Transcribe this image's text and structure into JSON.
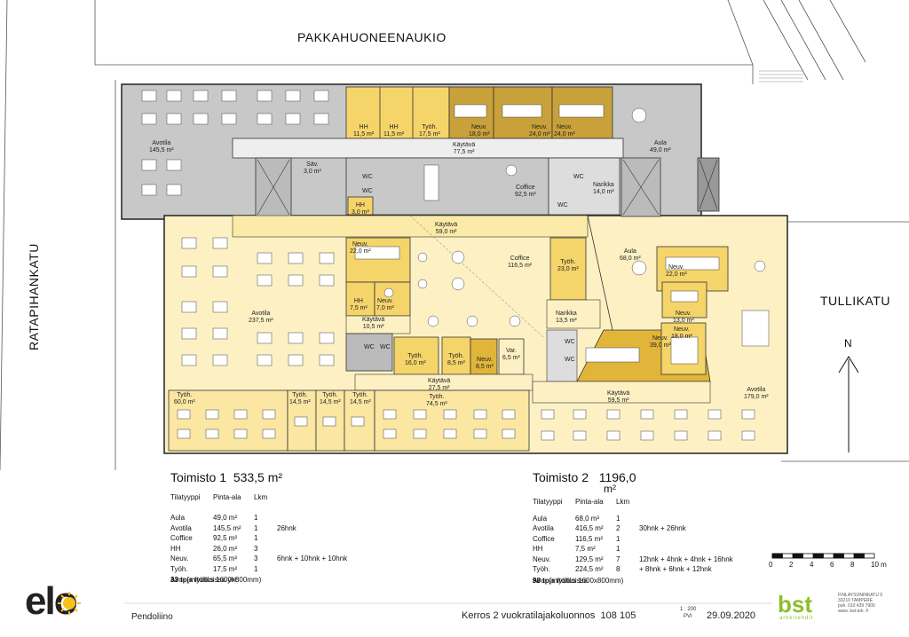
{
  "streets": {
    "top": "PAKKAHUONEENAUKIO",
    "left": "RATAPIHANKATU",
    "right": "TULLIKATU"
  },
  "north_label": "N",
  "rooms": {
    "avotila1": {
      "name": "Avotila",
      "area": "145,5 m²"
    },
    "hh1": {
      "name": "HH",
      "area": "11,5 m²"
    },
    "hh2": {
      "name": "HH",
      "area": "11,5 m²"
    },
    "tyoh1": {
      "name": "Työh.",
      "area": "17,5 m²"
    },
    "neuv1": {
      "name": "Neuv.",
      "area": "18,0 m²"
    },
    "neuv2": {
      "name": "Neuv.",
      "area": "24,0 m²"
    },
    "neuv3": {
      "name": "Neuv.",
      "area": "24,0 m²"
    },
    "kaytava1": {
      "name": "Käytävä",
      "area": "77,5 m²"
    },
    "aula1": {
      "name": "Aula",
      "area": "49,0 m²"
    },
    "sav": {
      "name": "Säv.",
      "area": "3,0 m²"
    },
    "coffice1": {
      "name": "Coffice",
      "area": "92,5 m²"
    },
    "narikka1": {
      "name": "Narikka",
      "area": "14,0 m²"
    },
    "hh3": {
      "name": "HH",
      "area": "3,0 m²"
    },
    "wc": "WC",
    "kaytava2": {
      "name": "Käytävä",
      "area": "59,0 m²"
    },
    "neuv4": {
      "name": "Neuv.",
      "area": "22,0 m²"
    },
    "coffice2": {
      "name": "Coffice",
      "area": "116,5 m²"
    },
    "tyoh2": {
      "name": "Työh.",
      "area": "23,0 m²"
    },
    "aula2": {
      "name": "Aula",
      "area": "68,0 m²"
    },
    "neuv5": {
      "name": "Neuv.",
      "area": "22,0 m²"
    },
    "avotila2": {
      "name": "Avotila",
      "area": "237,5 m²"
    },
    "hh4": {
      "name": "HH",
      "area": "7,5 m²"
    },
    "neuv6": {
      "name": "Neuv.",
      "area": "7,0 m²"
    },
    "kaytava3": {
      "name": "Käytävä",
      "area": "10,5 m²"
    },
    "narikka2": {
      "name": "Narikka",
      "area": "13,5 m²"
    },
    "neuv7": {
      "name": "Neuv.",
      "area": "13,0 m²"
    },
    "neuv8": {
      "name": "Neuv.",
      "area": "39,0 m²"
    },
    "neuv9": {
      "name": "Neuv.",
      "area": "18,0 m²"
    },
    "tyoh3": {
      "name": "Työh.",
      "area": "16,0 m²"
    },
    "tyoh4": {
      "name": "Työh.",
      "area": "8,5 m²"
    },
    "neuv10": {
      "name": "Neuv.",
      "area": "8,5 m²"
    },
    "var": {
      "name": "Var.",
      "area": "6,5 m²"
    },
    "kaytava4": {
      "name": "Käytävä",
      "area": "27,5 m²"
    },
    "kaytava5": {
      "name": "Käytävä",
      "area": "59,5 m²"
    },
    "avotila3": {
      "name": "Avotila",
      "area": "179,0 m²"
    },
    "tyoh5": {
      "name": "Työh.",
      "area": "60,0 m²"
    },
    "tyoh6": {
      "name": "Työh.",
      "area": "14,5 m²"
    },
    "tyoh7": {
      "name": "Työh.",
      "area": "14,5 m²"
    },
    "tyoh8": {
      "name": "Työh.",
      "area": "14,5 m²"
    },
    "tyoh9": {
      "name": "Työh.",
      "area": "74,5 m²"
    }
  },
  "toimisto1": {
    "title": "Toimisto 1",
    "area": "533,5 m²",
    "headers": [
      "Tilatyyppi",
      "Pinta-ala",
      "Lkm"
    ],
    "rows": [
      {
        "type": "Aula",
        "area": "49,0 m²",
        "count": "1",
        "note": ""
      },
      {
        "type": "Avotila",
        "area": "145,5 m²",
        "count": "1",
        "note": "26hnk"
      },
      {
        "type": "Coffice",
        "area": "92,5 m²",
        "count": "1",
        "note": ""
      },
      {
        "type": "HH",
        "area": "26,0 m²",
        "count": "3",
        "note": ""
      },
      {
        "type": "Neuv.",
        "area": "65,5 m²",
        "count": "3",
        "note": "6hnk + 10hnk + 10hnk"
      },
      {
        "type": "Työh.",
        "area": "17,5 m²",
        "count": "1",
        "note": ""
      }
    ],
    "footer_pre": "Avo- ja työtiloissa yht. ",
    "footer_bold": "33 tp",
    "footer_post": " (mitoitus 1600x800mm)"
  },
  "toimisto2": {
    "title": "Toimisto 2",
    "area": "1196,0",
    "area_unit": "m²",
    "headers": [
      "Tilatyyppi",
      "Pinta-ala",
      "Lkm"
    ],
    "rows": [
      {
        "type": "Aula",
        "area": "68,0 m²",
        "count": "1",
        "note": ""
      },
      {
        "type": "Avotila",
        "area": "416,5 m²",
        "count": "2",
        "note": "30hnk + 26hnk"
      },
      {
        "type": "Coffice",
        "area": "116,5 m²",
        "count": "1",
        "note": ""
      },
      {
        "type": "HH",
        "area": "7,5 m²",
        "count": "1",
        "note": ""
      },
      {
        "type": "Neuv.",
        "area": "129,5 m²",
        "count": "7",
        "note": "12hnk + 4hnk + 4hnk + 16hnk"
      },
      {
        "type": "Työh.",
        "area": "224,5 m²",
        "count": "8",
        "note": "+ 8hnk + 6hnk + 12hnk"
      }
    ],
    "footer_pre": "Avo- ja työtiloissa ",
    "footer_bold": "98 tp",
    "footer_post": " (mitoitus 1600x800mm)"
  },
  "scale_bar": {
    "labels": [
      "0",
      "2",
      "4",
      "6",
      "8",
      "10 m"
    ]
  },
  "footer": {
    "logo": "elo",
    "project": "Pendoliino",
    "drawing_title": "Kerros 2 vuokratilajakoluonnos",
    "drawing_number": "108 105",
    "scale_top": "1 : 200",
    "scale_bottom": "PVI",
    "date": "29.09.2020",
    "bst_logo": "bst",
    "bst_sub": "arkkitehdit",
    "bst_address": [
      "FINLAYSONINKATU 5",
      "33210  TAMPERE",
      "puh.  010 439 7900",
      "www.  bst-ark. fi"
    ]
  },
  "colors": {
    "gray": "#c8c8c8",
    "light_yellow": "#fdf1c4",
    "yellow": "#f5d46a",
    "dark_yellow": "#e0b53a",
    "bronze": "#c9a13a"
  }
}
